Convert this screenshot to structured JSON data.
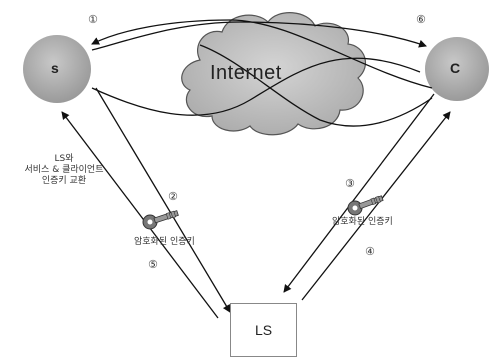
{
  "nodes": {
    "server": "s",
    "client": "C",
    "ls": "LS",
    "cloud": "Internet"
  },
  "steps": {
    "s1": "①",
    "s2": "②",
    "s3": "③",
    "s4": "④",
    "s5": "⑤",
    "s6": "⑥"
  },
  "labels": {
    "exchange_line1": "LS와",
    "exchange_line2": "서비스 & 클라이언트",
    "exchange_line3": "인증키 교환",
    "enc_key_left": "암호화된 인증키",
    "enc_key_right": "암호화된 인증키"
  }
}
